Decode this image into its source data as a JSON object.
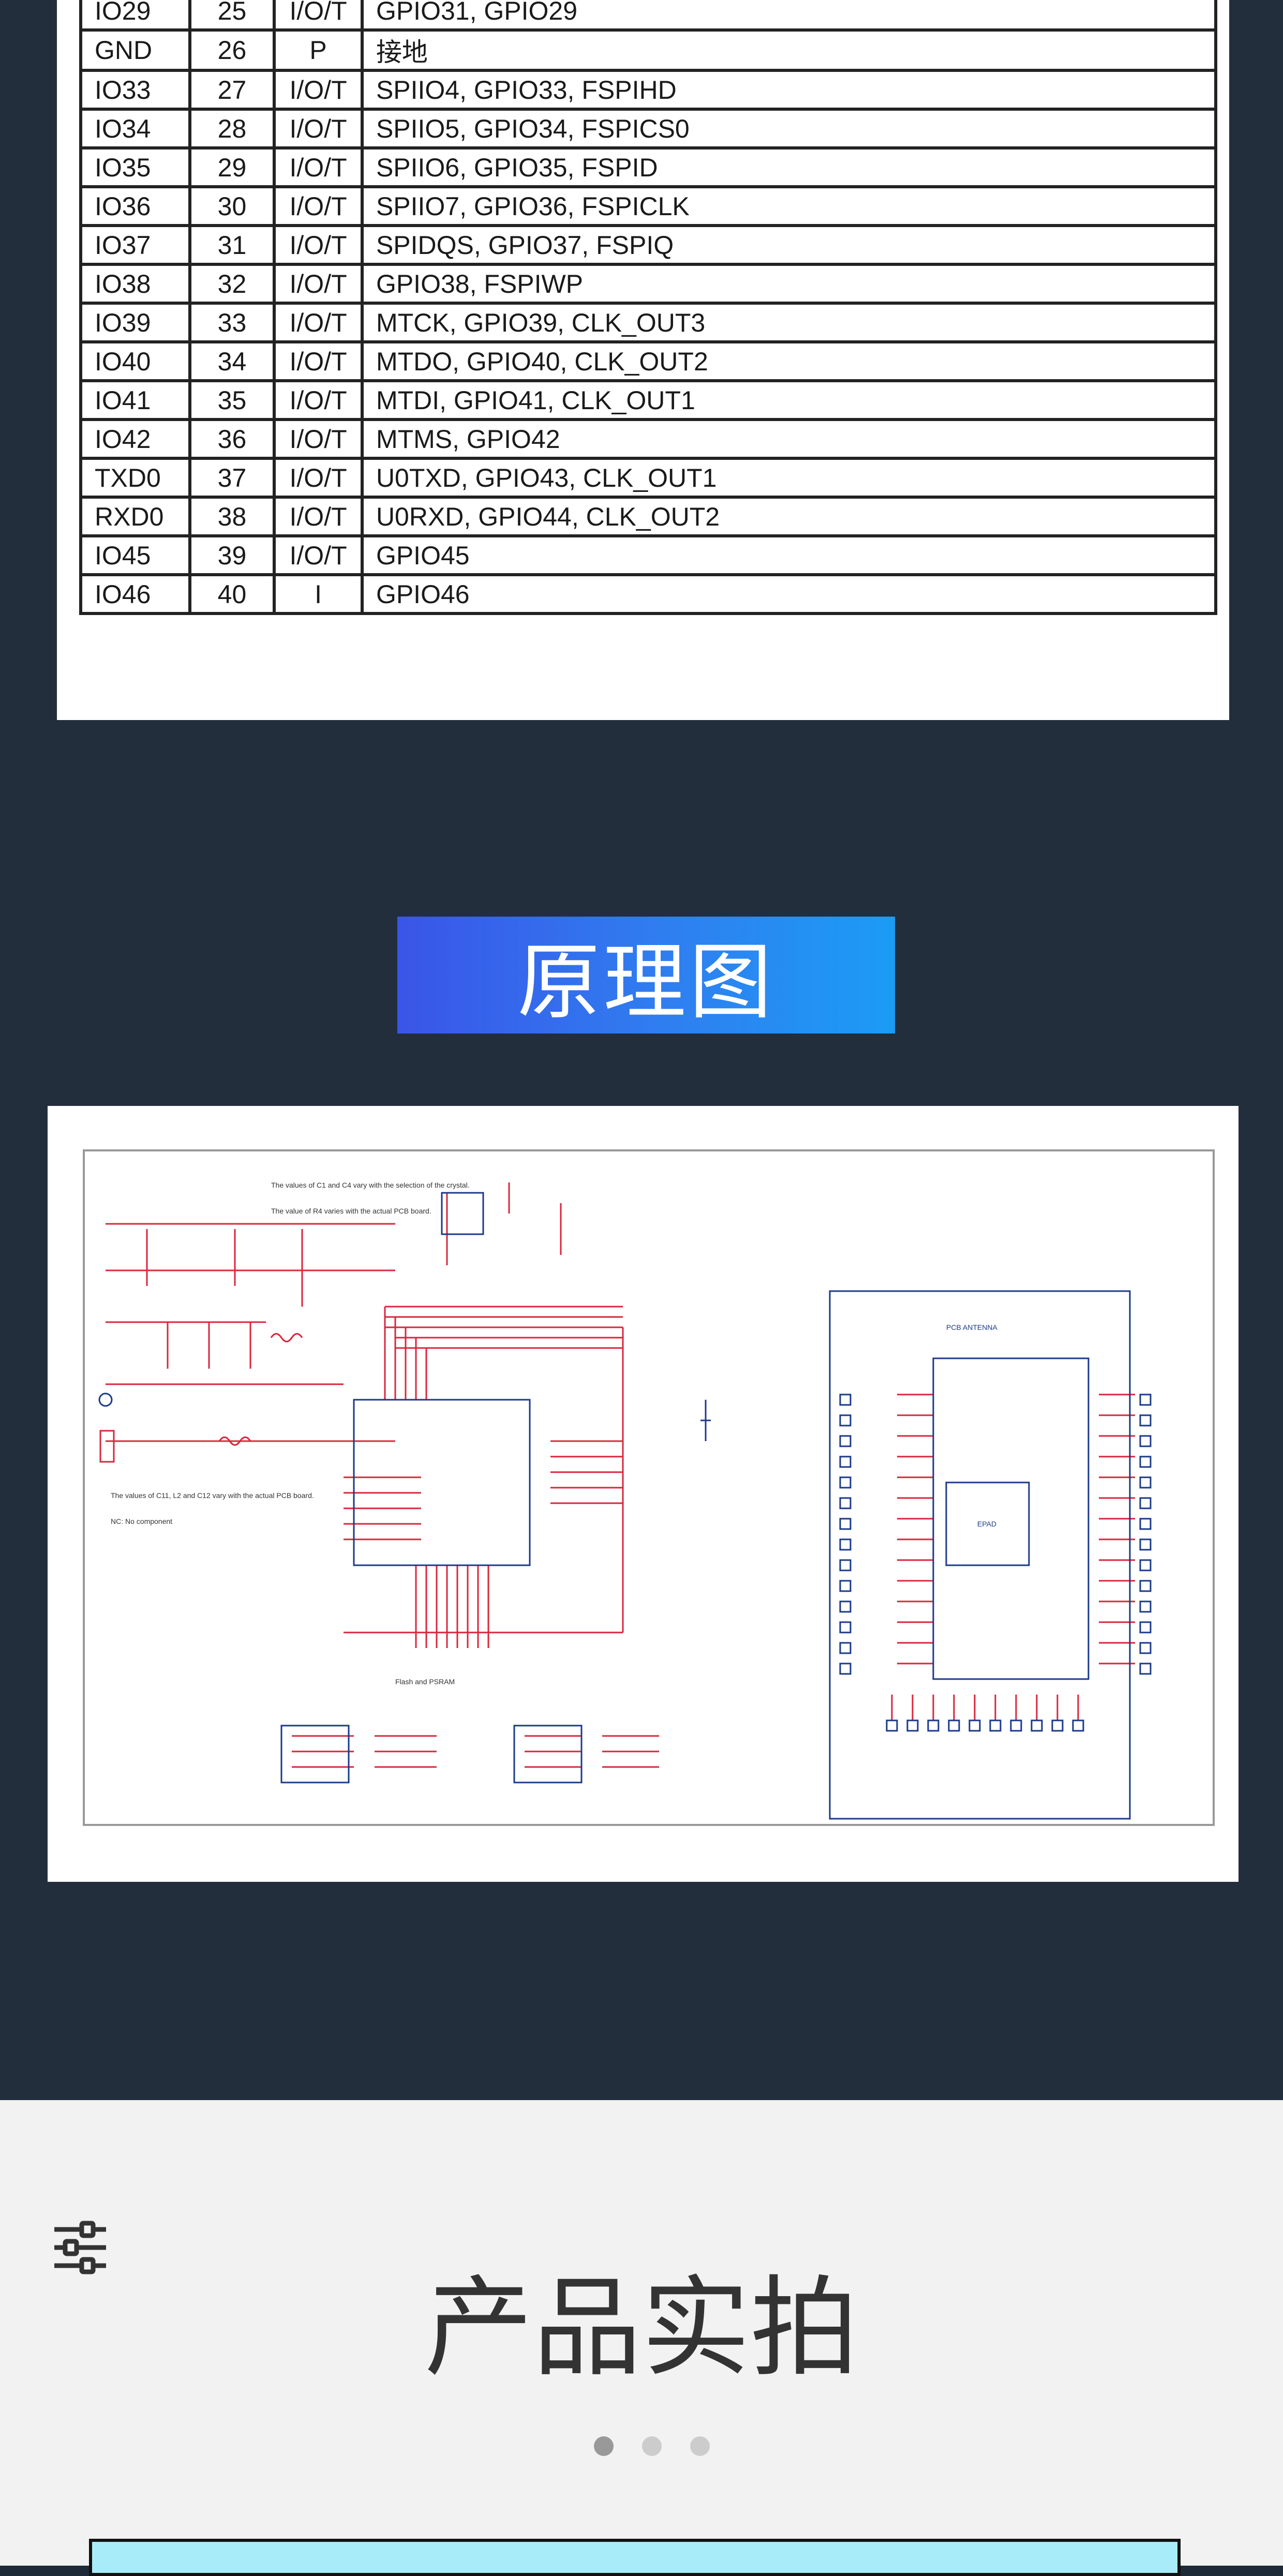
{
  "pin_table": {
    "rows": [
      {
        "name": "IO33",
        "no": "27",
        "type": "I/O/T",
        "function": "SPIIO4, GPIO33, FSPIHD"
      },
      {
        "name": "IO34",
        "no": "28",
        "type": "I/O/T",
        "function": "SPIIO5, GPIO34, FSPICS0"
      },
      {
        "name": "IO35",
        "no": "29",
        "type": "I/O/T",
        "function": "SPIIO6, GPIO35, FSPID"
      },
      {
        "name": "IO36",
        "no": "30",
        "type": "I/O/T",
        "function": "SPIIO7, GPIO36, FSPICLK"
      },
      {
        "name": "IO37",
        "no": "31",
        "type": "I/O/T",
        "function": "SPIDQS, GPIO37, FSPIQ"
      },
      {
        "name": "IO38",
        "no": "32",
        "type": "I/O/T",
        "function": "GPIO38, FSPIWP"
      },
      {
        "name": "IO39",
        "no": "33",
        "type": "I/O/T",
        "function": "MTCK, GPIO39, CLK_OUT3"
      },
      {
        "name": "IO40",
        "no": "34",
        "type": "I/O/T",
        "function": "MTDO, GPIO40, CLK_OUT2"
      },
      {
        "name": "IO41",
        "no": "35",
        "type": "I/O/T",
        "function": "MTDI, GPIO41, CLK_OUT1"
      },
      {
        "name": "IO42",
        "no": "36",
        "type": "I/O/T",
        "function": "MTMS, GPIO42"
      },
      {
        "name": "TXD0",
        "no": "37",
        "type": "I/O/T",
        "function": "U0TXD, GPIO43, CLK_OUT1"
      },
      {
        "name": "RXD0",
        "no": "38",
        "type": "I/O/T",
        "function": "U0RXD, GPIO44, CLK_OUT2"
      },
      {
        "name": "IO45",
        "no": "39",
        "type": "I/O/T",
        "function": "GPIO45"
      },
      {
        "name": "IO46",
        "no": "40",
        "type": "I",
        "function": "GPIO46"
      }
    ],
    "top_partial": {
      "name": "IO29",
      "no": "25",
      "type": "I/O/T",
      "function": "GPIO31, GPIO29"
    },
    "gnd_row": {
      "name": "GND",
      "no": "26",
      "type": "P",
      "function": "接地"
    }
  },
  "schematic_section": {
    "title": "原理图"
  },
  "schematic": {
    "note_crystal": "The values of C1 and C4 vary with the selection of the crystal.",
    "note_r4": "The value of R4 varies with the actual PCB board.",
    "note_rf": "The values of C11, L2 and C12 vary with the actual PCB board.",
    "nc_note": "NC: No component",
    "flash_label": "Flash and PSRAM",
    "antenna_label": "PCB ANTENNA",
    "epad_label": "EPAD"
  },
  "product_section": {
    "title": "产品实拍"
  },
  "carousel": {
    "count": 3,
    "active_index": 0
  },
  "colors": {
    "dark_bg": "#222e3b",
    "banner_start": "#3a55e8",
    "banner_end": "#1b9cf5",
    "schematic_red": "#d9263b",
    "light_bg": "#f2f2f2",
    "bottom_box": "#a8ecfa"
  },
  "icons": {
    "filter": "sliders-filter-icon"
  }
}
